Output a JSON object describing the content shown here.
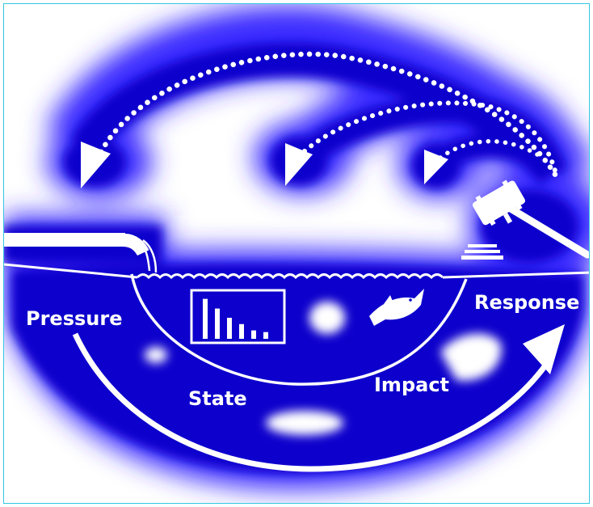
{
  "diagram": {
    "labels": {
      "pressure": "Pressure",
      "state": "State",
      "impact": "Impact",
      "response": "Response"
    },
    "colors": {
      "background": "#ffffff",
      "frame": "#33c6e3",
      "halo": "#2b20f0",
      "core": "#0a06c8",
      "line": "#ffffff"
    },
    "icons": [
      "pipe-outflow-icon",
      "bar-chart-icon",
      "fish-icon",
      "gavel-icon"
    ],
    "bar_chart_levels": [
      0.95,
      0.72,
      0.5,
      0.35,
      0.2,
      0.16
    ]
  }
}
